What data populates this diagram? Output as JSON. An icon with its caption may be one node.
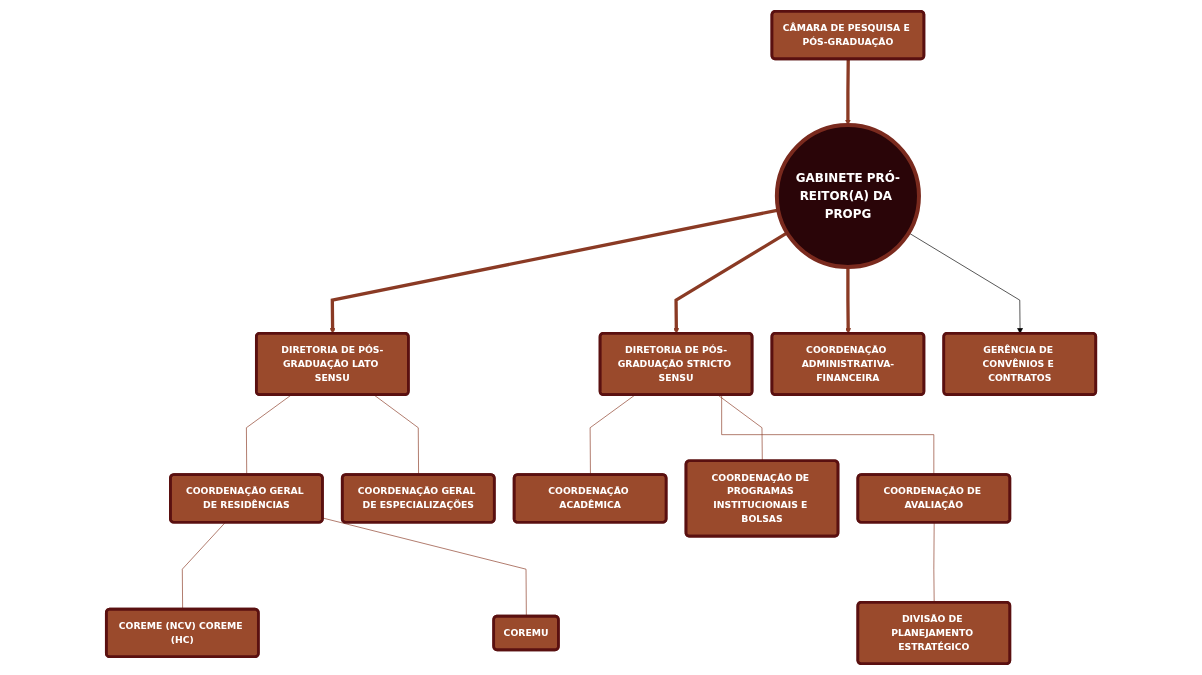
{
  "diagram": {
    "nodes": [
      {
        "text": [
          "CÂMARA DE PESQUISA E PÓS-GRADUAÇÃO"
        ]
      },
      {
        "text": [
          "GABINETE PRÓ-REITOR(A) DA PROPG"
        ]
      },
      {
        "text": [
          "DIRETORIA DE PÓS-GRADUAÇÃO LATO SENSU"
        ]
      },
      {
        "text": [
          "DIRETORIA DE PÓS-GRADUAÇÃO STRICTO SENSU"
        ]
      },
      {
        "text": [
          "COORDENAÇÃO GERAL DE RESIDÊNCIAS"
        ]
      },
      {
        "text": [
          "COORDENAÇÃO GERAL DE ESPECIALIZAÇÕES"
        ]
      },
      {
        "text": [
          "COORDENAÇÃO ADMINISTRATIVA-FINANCEIRA"
        ]
      },
      {
        "text": [
          "COREME (NCV) COREME (HC)"
        ]
      },
      {
        "text": [
          "COREMU"
        ]
      },
      {
        "text": [
          "COORDENAÇÃO ACADÊMICA"
        ]
      },
      {
        "text": [
          "COORDENAÇÃO DE PROGRAMAS INSTITUCIONAIS E BOLSAS"
        ]
      },
      {
        "text": [
          "COORDENAÇÃO DE AVALIAÇÃO"
        ]
      },
      {
        "text": [
          "GERÊNCIA DE CONVÊNIOS E CONTRATOS"
        ]
      },
      {
        "text": [
          "DIVISÃO DE PLANEJAMENTO ESTRATÉGICO"
        ]
      }
    ],
    "edges": [
      {
        "from": 0,
        "to": 1,
        "arrow": "to",
        "style": "thick"
      },
      {
        "from": 1,
        "to": 2,
        "arrow": "to",
        "style": "thick"
      },
      {
        "from": 1,
        "to": 3,
        "arrow": "to",
        "style": "thick"
      },
      {
        "from": 1,
        "to": 6,
        "arrow": "to",
        "style": "thick"
      },
      {
        "from": 1,
        "to": 12,
        "arrow": "to",
        "color": "#000000"
      },
      {
        "from": 2,
        "to": 4,
        "arrow": "none"
      },
      {
        "from": 2,
        "to": 5,
        "arrow": "none"
      },
      {
        "from": 4,
        "to": 7,
        "arrow": "none"
      },
      {
        "from": 4,
        "to": 8,
        "arrow": "none"
      },
      {
        "from": 3,
        "to": 9,
        "arrow": "none"
      },
      {
        "from": 3,
        "to": 10,
        "arrow": "none"
      },
      {
        "from": 3,
        "to": 11,
        "arrow": "none"
      },
      {
        "from": 11,
        "to": 13,
        "arrow": "none"
      }
    ]
  }
}
